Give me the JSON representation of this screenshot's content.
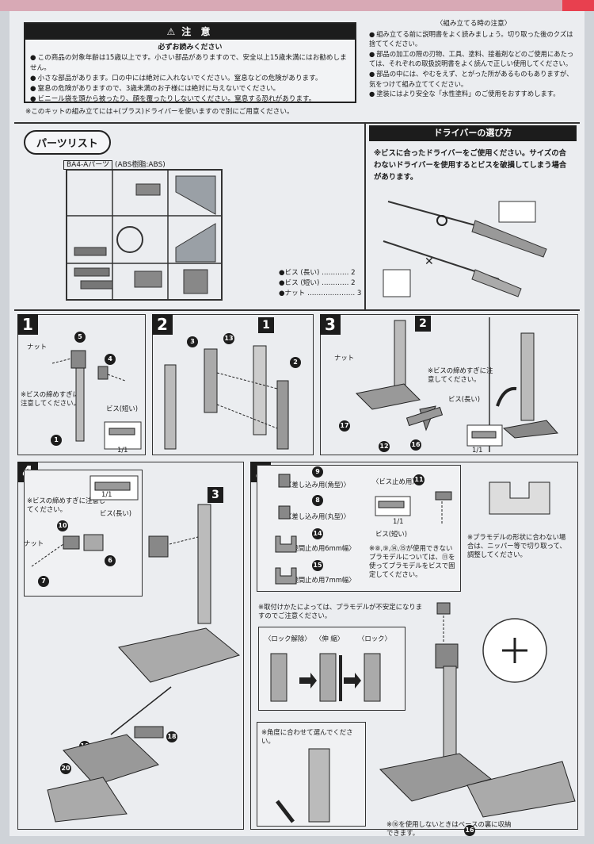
{
  "caution": {
    "title": "注 意",
    "subtitle": "必ずお読みください",
    "items": [
      "この商品の対象年齢は15歳以上です。小さい部品がありますので、安全以上15歳未満にはお勧めしません。",
      "小さな部品があります。口の中には絶対に入れないでください。窒息などの危険があります。",
      "窒息の危険がありますので、3歳未満のお子様には絶対に与えないでください。",
      "ビニール袋を頭から被ったり、顔を覆ったりしないでください。窒息する恐れがあります。"
    ],
    "footnote": "※このキットの組み立てには+(プラス)ドライバーを使いますので別にご用意ください。"
  },
  "assembly_notes": {
    "header": "〈組み立てる時の注意〉",
    "items": [
      "組み立てる前に説明書をよく読みましょう。切り取った後のクズは捨ててください。",
      "部品の加工の際の刃物、工具、塗料、接着剤などのご使用にあたっては、それぞれの取扱説明書をよく読んで正しい使用してください。",
      "部品の中には、やむをえず、とがった所があるものもありますが、気をつけて組み立ててください。",
      "塗装にはより安全な「水性塗料」のご使用をおすすめします。"
    ]
  },
  "parts_list": {
    "title": "パーツリスト",
    "runner_tag": "BA4-Aパーツ",
    "runner_material": "(ABS樹脂:ABS)",
    "counts": [
      {
        "name": "●ビス (長い)",
        "qty": "2"
      },
      {
        "name": "●ビス (短い)",
        "qty": "2"
      },
      {
        "name": "●ナット",
        "qty": "3"
      }
    ]
  },
  "driver": {
    "header": "ドライバーの選び方",
    "text": "※ビスに合ったドライバーをご使用ください。サイズの合わないドライバーを使用するとビスを破損してしまう場合があります。"
  },
  "steps": {
    "s1": {
      "num": "1",
      "nut": "ナット",
      "note": "※ビスの締めすぎに注意してください。",
      "screw": "ビス(短い)",
      "ratio": "1/1",
      "parts": [
        "5",
        "4",
        "1"
      ]
    },
    "s2": {
      "num": "2",
      "parts": [
        "3",
        "13",
        "1",
        "2"
      ]
    },
    "s3": {
      "num": "3",
      "nut": "ナット",
      "note": "※ビスの締めすぎに注意してください。",
      "screw": "ビス(長い)",
      "ratio": "1/1",
      "parts": [
        "2",
        "17",
        "12",
        "16"
      ]
    },
    "s4": {
      "num": "4",
      "note": "※ビスの締めすぎに注意してください。",
      "screw": "ビス(長い)",
      "nut": "ナット",
      "ratio": "1/1",
      "parts": [
        "10",
        "6",
        "7",
        "3",
        "19",
        "20",
        "18"
      ]
    },
    "s5": {
      "num": "5",
      "peg_square": "〈差し込み用(角型)〉",
      "peg_round": "〈差し込み用(丸型)〉",
      "joint6": "〈股間止め用6mm幅〉",
      "joint7": "〈股間止め用7mm幅〉",
      "screw_stop": "〈ビス止め用〉",
      "screw_short": "ビス(短い)",
      "ratio": "1/1",
      "note_screw": "※⑧,⑨,⑭,⑮が使用できないプラモデルについては、⑪を使ってプラモデルをビスで固定してください。",
      "note_shape": "※プラモデルの形状に合わない場合は、ニッパー等で切り取って、調整してください。",
      "note_unstable": "※取付けかたによっては、プラモデルが不安定になりますのでご注意ください。",
      "lock_release": "〈ロック解除〉",
      "extend": "〈伸 縮〉",
      "lock": "〈ロック〉",
      "angle_note": "※角度に合わせて選んでください。",
      "storage_note": "※⑯を使用しないときはベースの裏に収納できます。",
      "parts": [
        "9",
        "8",
        "14",
        "15",
        "11",
        "16"
      ]
    }
  }
}
